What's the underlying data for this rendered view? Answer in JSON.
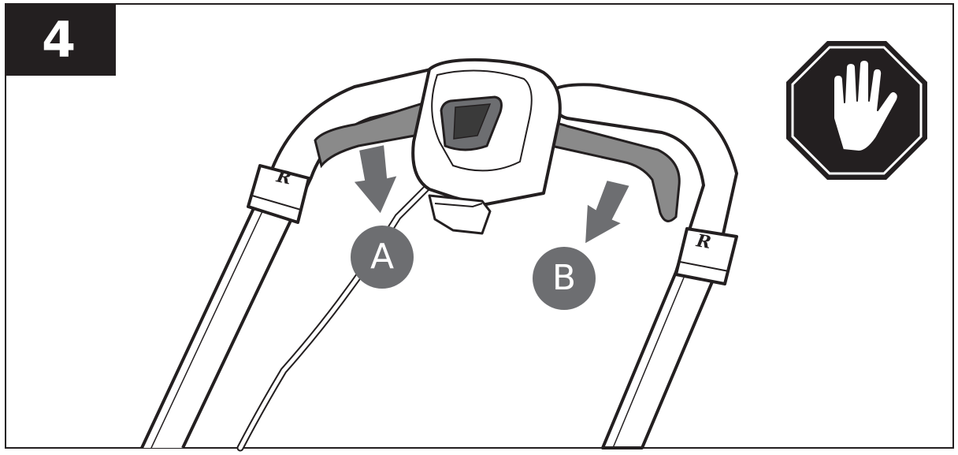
{
  "step": {
    "number": "4"
  },
  "callouts": [
    {
      "label": "A"
    },
    {
      "label": "B"
    }
  ],
  "brand": {
    "logo_letter": "R"
  },
  "icons": {
    "stop": "stop-hand-icon",
    "arrow": "arrow-down-icon"
  },
  "colors": {
    "ink": "#231f20",
    "grip": "#8a8a8a",
    "callout": "#6d6e71",
    "stop_red_area": "#231f20",
    "background": "#ffffff"
  }
}
